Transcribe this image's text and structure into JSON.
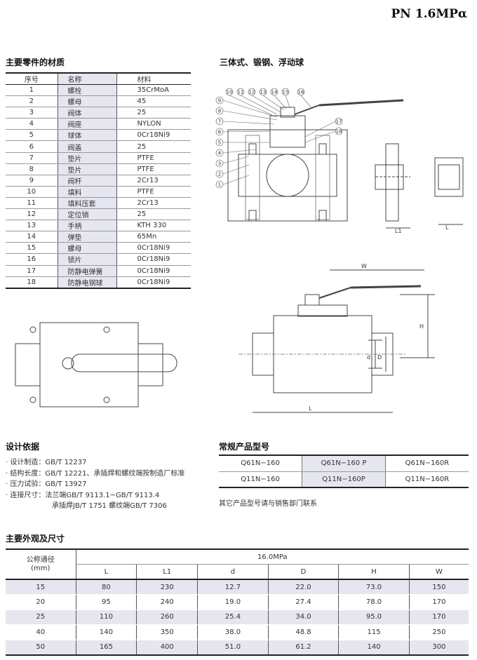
{
  "header": {
    "pressure": "PN 1.6MPα"
  },
  "parts": {
    "title": "主要零件的材质",
    "headers": [
      "序号",
      "名称",
      "材料"
    ],
    "rows": [
      [
        "1",
        "螺栓",
        "35CrMoA"
      ],
      [
        "2",
        "螺母",
        "45"
      ],
      [
        "3",
        "阀体",
        "25"
      ],
      [
        "4",
        "阀座",
        "NYLON"
      ],
      [
        "5",
        "球体",
        "0Cr18Ni9"
      ],
      [
        "6",
        "阀盖",
        "25"
      ],
      [
        "7",
        "垫片",
        "PTFE"
      ],
      [
        "8",
        "垫片",
        "PTFE"
      ],
      [
        "9",
        "阀杆",
        "2Cr13"
      ],
      [
        "10",
        "填料",
        "PTFE"
      ],
      [
        "11",
        "填料压套",
        "2Cr13"
      ],
      [
        "12",
        "定位销",
        "25"
      ],
      [
        "13",
        "手柄",
        "KTH 330"
      ],
      [
        "14",
        "弹垫",
        "65Mn"
      ],
      [
        "15",
        "螺母",
        "0Cr18Ni9"
      ],
      [
        "16",
        "锁片",
        "0Cr18Ni9"
      ],
      [
        "17",
        "防静电弹簧",
        "0Cr18Ni9"
      ],
      [
        "18",
        "防静电钢球",
        "0Cr18Ni9"
      ]
    ]
  },
  "drawing": {
    "title": "三体式、锻钢、浮动球",
    "callouts": [
      "1",
      "2",
      "3",
      "4",
      "5",
      "6",
      "7",
      "8",
      "9",
      "10",
      "11",
      "12",
      "13",
      "14",
      "15",
      "16",
      "17",
      "18"
    ],
    "dims": {
      "W": "W",
      "H": "H",
      "d": "d",
      "D": "D",
      "L": "L",
      "L1": "L1"
    }
  },
  "basis": {
    "title": "设计依据",
    "items": [
      "· 设计制造：GB/T 12237",
      "· 结构长度：GB/T 12221、承插焊和螺纹端按制造厂标准",
      "· 压力试验：GB/T 13927",
      "· 连接尺寸：法兰端GB/T 9113.1~GB/T 9113.4"
    ],
    "item4_cont": "承插焊JB/T 1751 螺纹端GB/T 7306"
  },
  "models": {
    "title": "常规产品型号",
    "rows": [
      [
        "Q61N−160",
        "Q61N−160 P",
        "Q61N−160R"
      ],
      [
        "Q11N−160",
        "Q11N−160P",
        "Q11N−160R"
      ]
    ],
    "note": "其它产品型号请与销售部门联系"
  },
  "dimensions": {
    "title": "主要外观及尺寸",
    "dn_label": "公称通径",
    "dn_unit": "(mm)",
    "pressure": "16.0MPa",
    "cols": [
      "L",
      "L1",
      "d",
      "D",
      "H",
      "W"
    ],
    "rows": [
      [
        "15",
        "80",
        "230",
        "12.7",
        "22.0",
        "73.0",
        "150"
      ],
      [
        "20",
        "95",
        "240",
        "19.0",
        "27.4",
        "78.0",
        "170"
      ],
      [
        "25",
        "110",
        "260",
        "25.4",
        "34.0",
        "95.0",
        "170"
      ],
      [
        "40",
        "140",
        "350",
        "38.0",
        "48.8",
        "115",
        "250"
      ],
      [
        "50",
        "165",
        "400",
        "51.0",
        "61.2",
        "140",
        "300"
      ]
    ]
  }
}
